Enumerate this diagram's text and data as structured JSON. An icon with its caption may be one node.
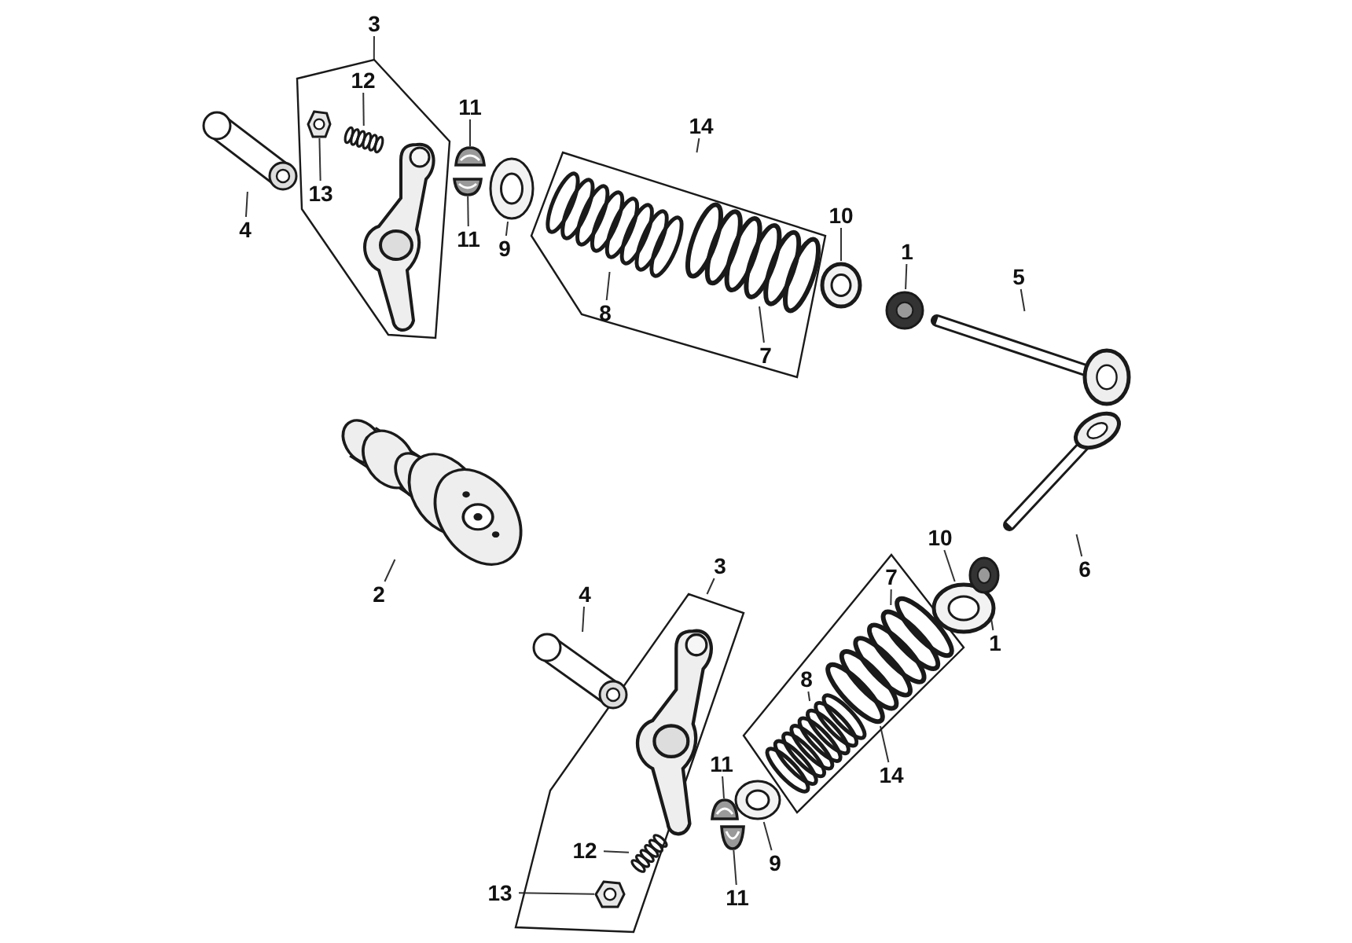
{
  "diagram": {
    "nodes": [
      {
        "text": [
          "3"
        ]
      },
      {
        "text": [],
        "shape": "box"
      },
      {
        "text": [],
        "shape": "picture",
        "in": 1
      },
      {
        "text": [
          "12"
        ],
        "in": 1
      },
      {
        "text": [],
        "shape": "picture",
        "in": 1
      },
      {
        "text": [
          "13"
        ],
        "in": 1
      },
      {
        "text": [],
        "shape": "picture",
        "in": 1
      },
      {
        "text": [
          "4"
        ]
      },
      {
        "text": [],
        "shape": "picture"
      },
      {
        "text": [
          "11"
        ]
      },
      {
        "text": [],
        "shape": "picture"
      },
      {
        "text": [
          "11"
        ]
      },
      {
        "text": [],
        "shape": "picture"
      },
      {
        "text": [
          "9"
        ]
      },
      {
        "text": [],
        "shape": "picture"
      },
      {
        "text": [
          "14"
        ]
      },
      {
        "text": [],
        "shape": "box"
      },
      {
        "text": [
          "8"
        ],
        "in": 16
      },
      {
        "text": [],
        "shape": "picture",
        "in": 16
      },
      {
        "text": [
          "7"
        ],
        "in": 16
      },
      {
        "text": [],
        "shape": "picture",
        "in": 16
      },
      {
        "text": [
          "10"
        ]
      },
      {
        "text": [],
        "shape": "picture"
      },
      {
        "text": [
          "1"
        ]
      },
      {
        "text": [],
        "shape": "picture"
      },
      {
        "text": [
          "5"
        ]
      },
      {
        "text": [],
        "shape": "picture"
      },
      {
        "text": [
          "2"
        ]
      },
      {
        "text": [],
        "shape": "picture"
      },
      {
        "text": [
          "6"
        ]
      },
      {
        "text": [],
        "shape": "picture"
      },
      {
        "text": [
          "3"
        ]
      },
      {
        "text": [],
        "shape": "box"
      },
      {
        "text": [],
        "shape": "picture",
        "in": 32
      },
      {
        "text": [
          "12"
        ],
        "in": 32
      },
      {
        "text": [],
        "shape": "picture",
        "in": 32
      },
      {
        "text": [
          "13"
        ]
      },
      {
        "text": [],
        "shape": "picture",
        "in": 32
      },
      {
        "text": [
          "4"
        ]
      },
      {
        "text": [],
        "shape": "picture"
      },
      {
        "text": [
          "11"
        ]
      },
      {
        "text": [],
        "shape": "picture"
      },
      {
        "text": [
          "11"
        ]
      },
      {
        "text": [],
        "shape": "picture"
      },
      {
        "text": [
          "9"
        ]
      },
      {
        "text": [],
        "shape": "picture"
      },
      {
        "text": [
          "14"
        ]
      },
      {
        "text": [],
        "shape": "box"
      },
      {
        "text": [
          "8"
        ],
        "in": 47
      },
      {
        "text": [],
        "shape": "picture",
        "in": 47
      },
      {
        "text": [
          "7"
        ],
        "in": 47
      },
      {
        "text": [],
        "shape": "picture",
        "in": 47
      },
      {
        "text": [
          "10"
        ]
      },
      {
        "text": [],
        "shape": "picture"
      },
      {
        "text": [
          "1"
        ]
      },
      {
        "text": [],
        "shape": "picture"
      }
    ],
    "edges": [
      {
        "from": 0,
        "to": 1,
        "arrow": "none"
      },
      {
        "from": 3,
        "to": 4,
        "arrow": "none"
      },
      {
        "from": 5,
        "to": 6,
        "arrow": "none"
      },
      {
        "from": 7,
        "to": 8,
        "arrow": "none"
      },
      {
        "from": 9,
        "to": 10,
        "arrow": "none"
      },
      {
        "from": 11,
        "to": 12,
        "arrow": "none"
      },
      {
        "from": 13,
        "to": 14,
        "arrow": "none"
      },
      {
        "from": 15,
        "to": 16,
        "arrow": "none"
      },
      {
        "from": 17,
        "to": 18,
        "arrow": "none"
      },
      {
        "from": 19,
        "to": 20,
        "arrow": "none"
      },
      {
        "from": 21,
        "to": 22,
        "arrow": "none"
      },
      {
        "from": 23,
        "to": 24,
        "arrow": "none"
      },
      {
        "from": 25,
        "to": 26,
        "arrow": "none"
      },
      {
        "from": 27,
        "to": 28,
        "arrow": "none"
      },
      {
        "from": 29,
        "to": 30,
        "arrow": "none"
      },
      {
        "from": 31,
        "to": 32,
        "arrow": "none"
      },
      {
        "from": 34,
        "to": 35,
        "arrow": "none"
      },
      {
        "from": 36,
        "to": 37,
        "arrow": "none"
      },
      {
        "from": 38,
        "to": 39,
        "arrow": "none"
      },
      {
        "from": 40,
        "to": 41,
        "arrow": "none"
      },
      {
        "from": 42,
        "to": 43,
        "arrow": "none"
      },
      {
        "from": 44,
        "to": 45,
        "arrow": "none"
      },
      {
        "from": 46,
        "to": 47,
        "arrow": "none"
      },
      {
        "from": 48,
        "to": 49,
        "arrow": "none"
      },
      {
        "from": 50,
        "to": 51,
        "arrow": "none"
      },
      {
        "from": 52,
        "to": 53,
        "arrow": "none"
      },
      {
        "from": 54,
        "to": 55,
        "arrow": "none"
      }
    ]
  }
}
